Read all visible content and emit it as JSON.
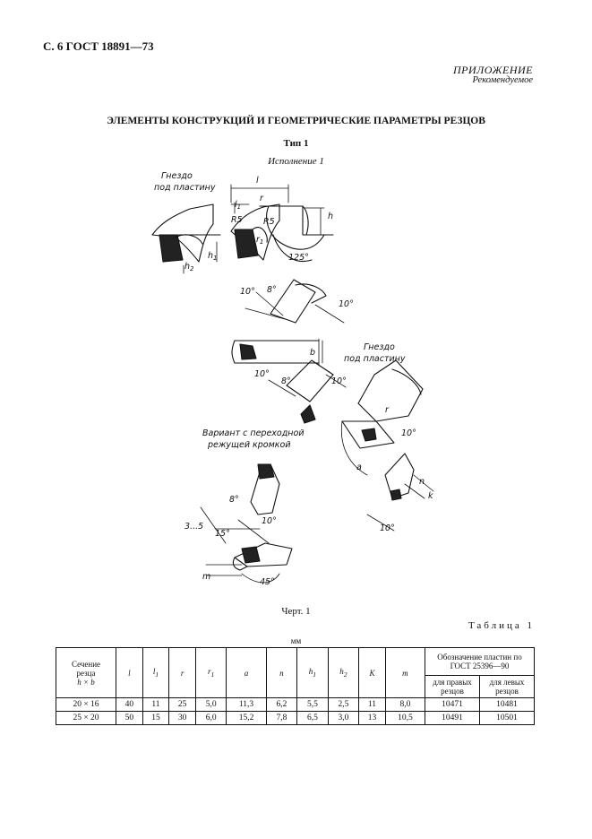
{
  "header": {
    "page_ref": "С. 6 ГОСТ 18891—73"
  },
  "appendix": {
    "line1": "ПРИЛОЖЕНИЕ",
    "line2": "Рекомендуемое"
  },
  "title": "ЭЛЕМЕНТЫ КОНСТРУКЦИЙ И ГЕОМЕТРИЧЕСКИЕ ПАРАМЕТРЫ РЕЗЦОВ",
  "type_label": "Тип 1",
  "execution_label": "Исполнение 1",
  "drawing": {
    "labels": {
      "socket1_l1": "Гнездо",
      "socket1_l2": "под пластину",
      "socket2_l1": "Гнездо",
      "socket2_l2": "под пластину",
      "variant_l1": "Вариант с переходной",
      "variant_l2": "режущей кромкой",
      "l": "l",
      "l1": "l",
      "l1_sub": "1",
      "r": "r",
      "r_small": "r",
      "r_small_sub": "1",
      "R5a": "R5",
      "R5b": "R5",
      "h": "h",
      "h1": "h",
      "h1_sub": "1",
      "h2": "h",
      "h2_sub": "2",
      "a125": "125°",
      "a10_1": "10°",
      "a8_1": "8°",
      "a10_2": "10°",
      "b": "b",
      "a10_3": "10°",
      "a8_2": "8°",
      "a10_4": "10°",
      "r_mid": "r",
      "a10_5": "10°",
      "a": "a",
      "n": "n",
      "k": "k",
      "a10_6": "10°",
      "d35": "3...5",
      "a8_3": "8°",
      "a15": "15°",
      "a10_7": "10°",
      "m": "m",
      "a45": "45°"
    }
  },
  "figure_caption": "Черт. 1",
  "table_caption": "Таблица 1",
  "units": "мм",
  "table": {
    "col_section_l1": "Сечение",
    "col_section_l2": "резца",
    "col_section_l3": "h × b",
    "col_l": "l",
    "col_l1": "l",
    "col_l1_sub": "1",
    "col_r": "r",
    "col_r1": "r",
    "col_r1_sub": "1",
    "col_a": "a",
    "col_n": "n",
    "col_h1": "h",
    "col_h1_sub": "1",
    "col_h2": "h",
    "col_h2_sub": "2",
    "col_K": "K",
    "col_m": "m",
    "col_plates_l1": "Обозначение пластин по",
    "col_plates_l2": "ГОСТ 25396—90",
    "col_right_l1": "для правых",
    "col_right_l2": "резцов",
    "col_left_l1": "для левых",
    "col_left_l2": "резцов",
    "rows": [
      [
        "20 × 16",
        "40",
        "11",
        "25",
        "5,0",
        "11,3",
        "6,2",
        "5,5",
        "2,5",
        "11",
        "8,0",
        "10471",
        "10481"
      ],
      [
        "25 × 20",
        "50",
        "15",
        "30",
        "6,0",
        "15,2",
        "7,8",
        "6,5",
        "3,0",
        "13",
        "10,5",
        "10491",
        "10501"
      ]
    ]
  }
}
